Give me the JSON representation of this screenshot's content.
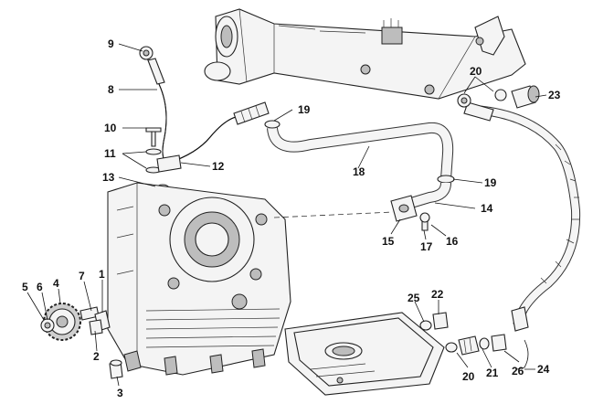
{
  "figure": {
    "line_color": "#111111",
    "background": "#ffffff",
    "callouts": [
      {
        "id": "c9",
        "text": "9"
      },
      {
        "id": "c8",
        "text": "8"
      },
      {
        "id": "c10",
        "text": "10"
      },
      {
        "id": "c11",
        "text": "11"
      },
      {
        "id": "c12",
        "text": "12"
      },
      {
        "id": "c13",
        "text": "13"
      },
      {
        "id": "c19a",
        "text": "19"
      },
      {
        "id": "c18",
        "text": "18"
      },
      {
        "id": "c19b",
        "text": "19"
      },
      {
        "id": "c14",
        "text": "14"
      },
      {
        "id": "c15",
        "text": "15"
      },
      {
        "id": "c17",
        "text": "17"
      },
      {
        "id": "c16",
        "text": "16"
      },
      {
        "id": "c20a",
        "text": "20"
      },
      {
        "id": "c23",
        "text": "23"
      },
      {
        "id": "c5",
        "text": "5"
      },
      {
        "id": "c6",
        "text": "6"
      },
      {
        "id": "c4",
        "text": "4"
      },
      {
        "id": "c7",
        "text": "7"
      },
      {
        "id": "c1",
        "text": "1"
      },
      {
        "id": "c2",
        "text": "2"
      },
      {
        "id": "c3",
        "text": "3"
      },
      {
        "id": "c25",
        "text": "25"
      },
      {
        "id": "c22",
        "text": "22"
      },
      {
        "id": "c20b",
        "text": "20"
      },
      {
        "id": "c21",
        "text": "21"
      },
      {
        "id": "c26",
        "text": "26"
      },
      {
        "id": "c24",
        "text": "24"
      }
    ]
  }
}
